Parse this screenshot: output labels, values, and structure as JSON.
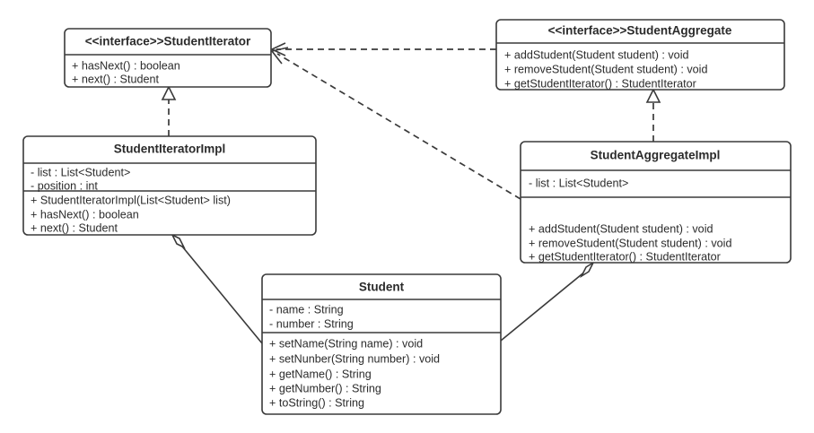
{
  "diagram": {
    "kind": "uml-class-diagram",
    "title": "Iterator pattern class diagram",
    "colors": {
      "stroke": "#3a3a3a",
      "fill": "#ffffff",
      "text": "#2b2b2b",
      "background": "#ffffff"
    },
    "classes": [
      {
        "id": "student-iterator",
        "name": "<<interface>>StudentIterator",
        "stereotype": "<<interface>>",
        "simple_name": "StudentIterator",
        "attributes": [],
        "operations": [
          "+ hasNext()   : boolean",
          "+ next() : Student"
        ]
      },
      {
        "id": "student-aggregate",
        "name": "<<interface>>StudentAggregate",
        "stereotype": "<<interface>>",
        "simple_name": "StudentAggregate",
        "attributes": [],
        "operations": [
          "+ addStudent(Student student) : void",
          "+ removeStudent(Student student) : void",
          "+ getStudentIterator() : StudentIterator"
        ]
      },
      {
        "id": "student-iterator-impl",
        "name": "StudentIteratorImpl",
        "stereotype": "",
        "simple_name": "StudentIteratorImpl",
        "attributes": [
          "- list : List<Student>",
          "- position : int"
        ],
        "operations": [
          "+ StudentIteratorImpl(List<Student> list)",
          "+ hasNext()   : boolean",
          "+ next() : Student"
        ]
      },
      {
        "id": "student-aggregate-impl",
        "name": "StudentAggregateImpl",
        "stereotype": "",
        "simple_name": "StudentAggregateImpl",
        "attributes": [
          "- list : List<Student>"
        ],
        "operations": [
          "+ addStudent(Student student) : void",
          "+ removeStudent(Student student) : void",
          "+ getStudentIterator() : StudentIterator"
        ]
      },
      {
        "id": "student",
        "name": "Student",
        "stereotype": "",
        "simple_name": "Student",
        "attributes": [
          "- name : String",
          "- number : String"
        ],
        "operations": [
          "+ setName(String name) : void",
          "+ setNunber(String number) : void",
          "+ getName() : String",
          "+ getNumber() : String",
          "+ toString() : String"
        ]
      }
    ],
    "relationships": [
      {
        "id": "rel-iteratorimpl-realizes-iterator",
        "type": "realization",
        "style": "dashed-hollow-triangle",
        "from": "student-iterator-impl",
        "to": "student-iterator"
      },
      {
        "id": "rel-aggregateimpl-realizes-aggregate",
        "type": "realization",
        "style": "dashed-hollow-triangle",
        "from": "student-aggregate-impl",
        "to": "student-aggregate"
      },
      {
        "id": "rel-aggregate-depends-iterator",
        "type": "dependency",
        "style": "dashed-open-arrow",
        "from": "student-aggregate",
        "to": "student-iterator"
      },
      {
        "id": "rel-aggregateimpl-depends-iterator",
        "type": "dependency",
        "style": "dashed-open-arrow",
        "from": "student-aggregate-impl",
        "to": "student-iterator"
      },
      {
        "id": "rel-iteratorimpl-aggregates-student",
        "type": "aggregation",
        "style": "solid-hollow-diamond",
        "from": "student-iterator-impl",
        "to": "student"
      },
      {
        "id": "rel-aggregateimpl-aggregates-student",
        "type": "aggregation",
        "style": "solid-hollow-diamond",
        "from": "student-aggregate-impl",
        "to": "student"
      }
    ]
  }
}
